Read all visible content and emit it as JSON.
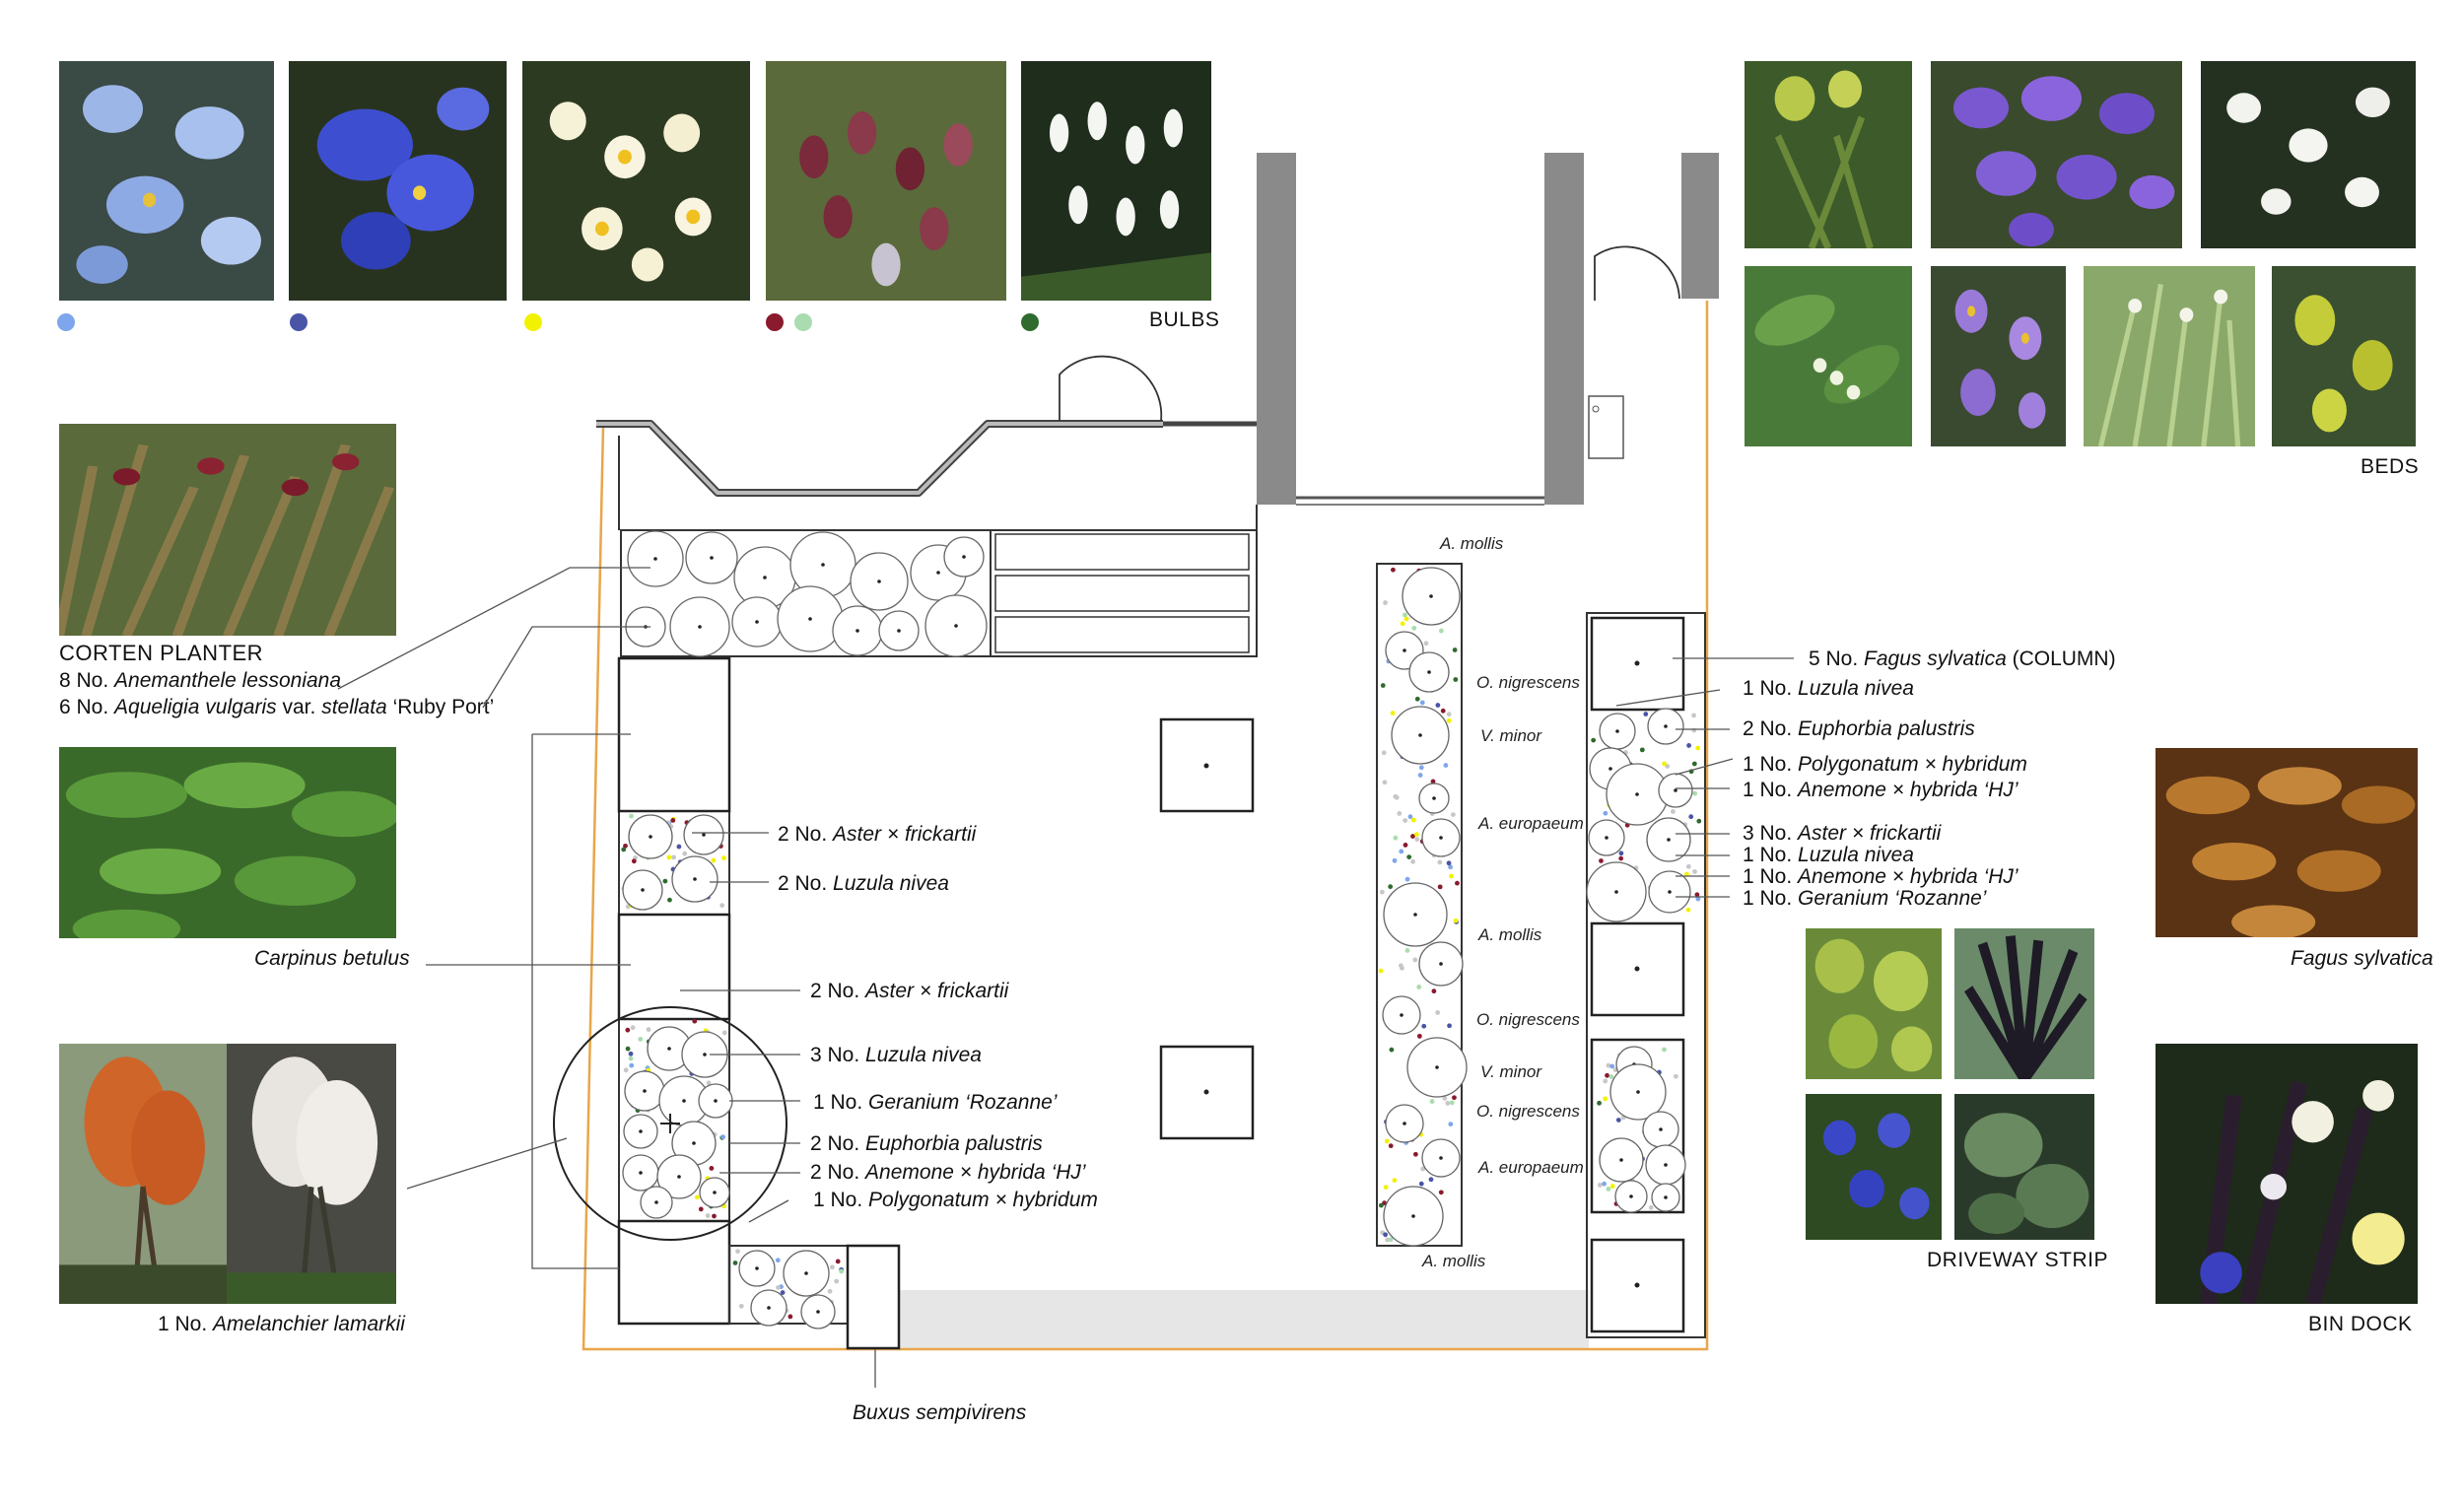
{
  "bulbs": {
    "caption": "BULBS",
    "dot_colors": [
      "#7ea6ec",
      "#4a55a8",
      "#f2f200",
      "#8a1a2e",
      "#a9dcae",
      "#2f6b2f"
    ]
  },
  "beds": {
    "caption": "BEDS"
  },
  "corten": {
    "title": "CORTEN PLANTER",
    "line1_prefix": "8 No.",
    "line1_plant": "Anemanthele lessoniana",
    "line2_prefix": "6 No.",
    "line2_plant": "Aqueligia vulgaris",
    "line2_mid": "var.",
    "line2_var": "stellata",
    "line2_cultivar": "‘Ruby Port’"
  },
  "carpinus": {
    "label": "Carpinus betulus"
  },
  "amelanchier": {
    "prefix": "1 No.",
    "plant": "Amelanchier lamarkii"
  },
  "fagus": {
    "label": "Fagus sylvatica"
  },
  "driveway": {
    "caption": "DRIVEWAY STRIP"
  },
  "bindock": {
    "caption": "BIN DOCK"
  },
  "buxus": {
    "label": "Buxus sempivirens"
  },
  "left_bed_labels": [
    {
      "prefix": "2 No.",
      "plant": "Aster × frickartii"
    },
    {
      "prefix": "2 No.",
      "plant": "Luzula nivea"
    },
    {
      "prefix": "2 No.",
      "plant": "Aster × frickartii"
    },
    {
      "prefix": "3 No.",
      "plant": "Luzula nivea"
    },
    {
      "prefix": "1 No.",
      "plant": "Geranium ‘Rozanne’"
    },
    {
      "prefix": "2 No.",
      "plant": "Euphorbia palustris"
    },
    {
      "prefix": "2 No.",
      "plant": "Anemone × hybrida ‘HJ’"
    },
    {
      "prefix": "1 No.",
      "plant": "Polygonatum × hybridum"
    }
  ],
  "strip_labels": [
    "A. mollis",
    "O. nigrescens",
    "V. minor",
    "A. europaeum",
    "A. mollis",
    "O. nigrescens",
    "V. minor",
    "O. nigrescens",
    "A. europaeum",
    "A. mollis"
  ],
  "right_bed": {
    "column_prefix": "5 No.",
    "column_plant": "Fagus sylvatica",
    "column_suffix": "(COLUMN)",
    "labels": [
      {
        "prefix": "1 No.",
        "plant": "Luzula nivea"
      },
      {
        "prefix": "2 No.",
        "plant": "Euphorbia palustris"
      },
      {
        "prefix": "1 No.",
        "plant": "Polygonatum × hybridum"
      },
      {
        "prefix": "1 No.",
        "plant": "Anemone × hybrida ‘HJ’"
      },
      {
        "prefix": "3 No.",
        "plant": "Aster × frickartii"
      },
      {
        "prefix": "1 No.",
        "plant": "Luzula nivea"
      },
      {
        "prefix": "1 No.",
        "plant": "Anemone × hybrida ‘HJ’"
      },
      {
        "prefix": "1 No.",
        "plant": "Geranium ‘Rozanne’"
      }
    ]
  },
  "colors": {
    "orange_line": "#e8a64a",
    "wall_grey": "#8a8a8a",
    "paving_grey": "#e6e6e6"
  }
}
